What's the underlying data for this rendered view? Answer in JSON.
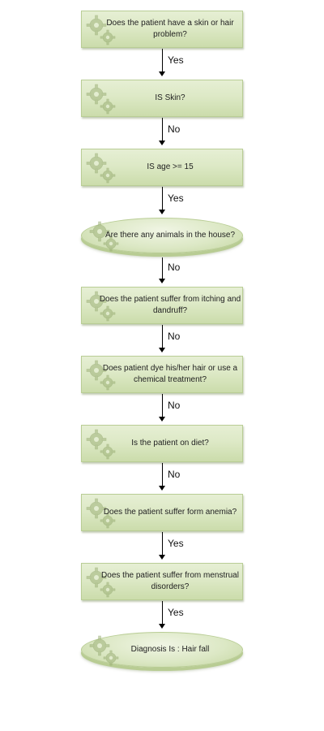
{
  "flowchart": {
    "nodes": [
      {
        "text": "Does the patient have a skin or hair\nproblem?",
        "shape": "rect"
      },
      {
        "text": "IS Skin?",
        "shape": "rect"
      },
      {
        "text": "IS age >= 15",
        "shape": "rect"
      },
      {
        "text": "Are there any animals in the house?",
        "shape": "oval"
      },
      {
        "text": "Does the patient suffer from itching and\ndandruff?",
        "shape": "rect"
      },
      {
        "text": "Does patient dye his/her hair or use a\nchemical treatment?",
        "shape": "rect"
      },
      {
        "text": "Is the patient on diet?",
        "shape": "rect"
      },
      {
        "text": "Does the patient suffer form anemia?",
        "shape": "rect"
      },
      {
        "text": "Does the patient suffer from menstrual\ndisorders?",
        "shape": "rect"
      },
      {
        "text": "Diagnosis Is : Hair fall",
        "shape": "oval"
      }
    ],
    "edges": [
      {
        "label": "Yes"
      },
      {
        "label": "No"
      },
      {
        "label": "Yes"
      },
      {
        "label": "No"
      },
      {
        "label": "No"
      },
      {
        "label": "No"
      },
      {
        "label": "No"
      },
      {
        "label": "Yes"
      },
      {
        "label": "Yes"
      }
    ],
    "colors": {
      "node_fill": "#dde9c6",
      "node_border": "#b9cd95",
      "connector": "#000000"
    }
  }
}
